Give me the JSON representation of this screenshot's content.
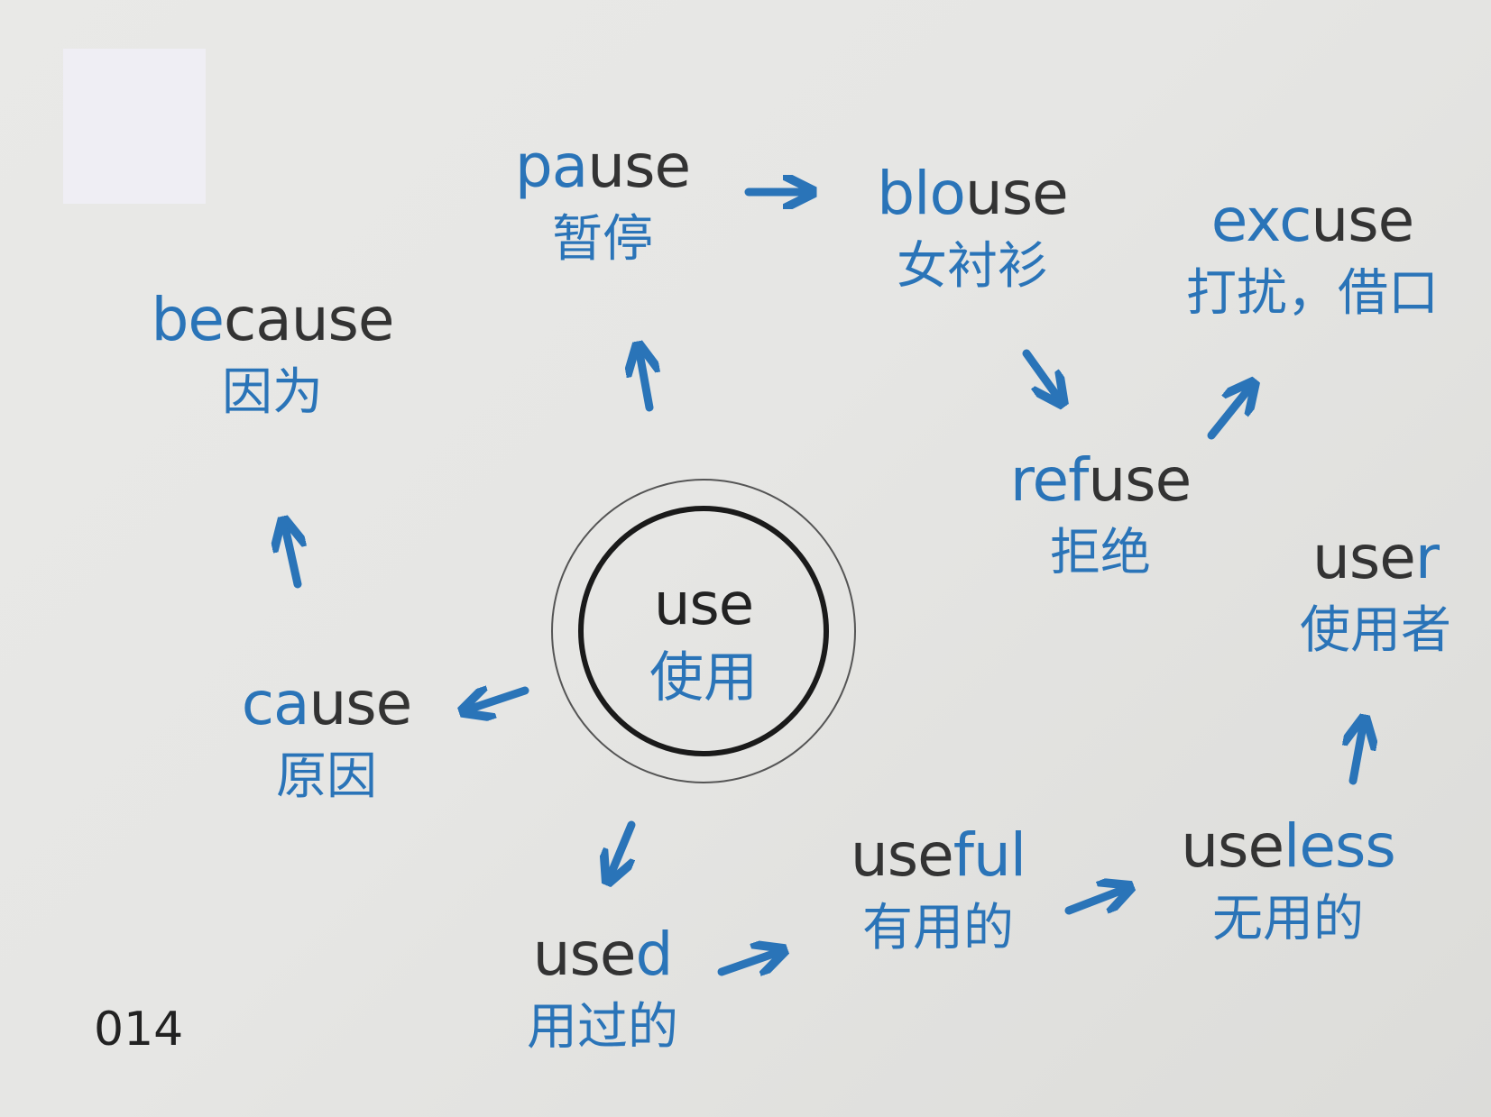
{
  "center": {
    "en": [
      "use"
    ],
    "cn": "使用"
  },
  "words": [
    {
      "id": "because",
      "parts": [
        [
          "be",
          "blue"
        ],
        [
          "cause",
          "dark"
        ]
      ],
      "cn": "因为"
    },
    {
      "id": "pause",
      "parts": [
        [
          "pa",
          "blue"
        ],
        [
          "use",
          "dark"
        ]
      ],
      "cn": "暂停"
    },
    {
      "id": "blouse",
      "parts": [
        [
          "blo",
          "blue"
        ],
        [
          "use",
          "dark"
        ]
      ],
      "cn": "女衬衫"
    },
    {
      "id": "excuse",
      "parts": [
        [
          "exc",
          "blue"
        ],
        [
          "use",
          "dark"
        ]
      ],
      "cn": "打扰，借口"
    },
    {
      "id": "refuse",
      "parts": [
        [
          "ref",
          "blue"
        ],
        [
          "use",
          "dark"
        ]
      ],
      "cn": "拒绝"
    },
    {
      "id": "user",
      "parts": [
        [
          "use",
          "dark"
        ],
        [
          "r",
          "blue"
        ]
      ],
      "cn": "使用者"
    },
    {
      "id": "cause",
      "parts": [
        [
          "ca",
          "blue"
        ],
        [
          "use",
          "dark"
        ]
      ],
      "cn": "原因"
    },
    {
      "id": "used",
      "parts": [
        [
          "use",
          "dark"
        ],
        [
          "d",
          "blue"
        ]
      ],
      "cn": "用过的"
    },
    {
      "id": "useful",
      "parts": [
        [
          "use",
          "dark"
        ],
        [
          "ful",
          "blue"
        ]
      ],
      "cn": "有用的"
    },
    {
      "id": "useless",
      "parts": [
        [
          "use",
          "dark"
        ],
        [
          "less",
          "blue"
        ]
      ],
      "cn": "无用的"
    }
  ],
  "page_number": "014",
  "colors": {
    "accent": "#2a74b8",
    "text": "#333333",
    "background": "#e6e6e4"
  }
}
